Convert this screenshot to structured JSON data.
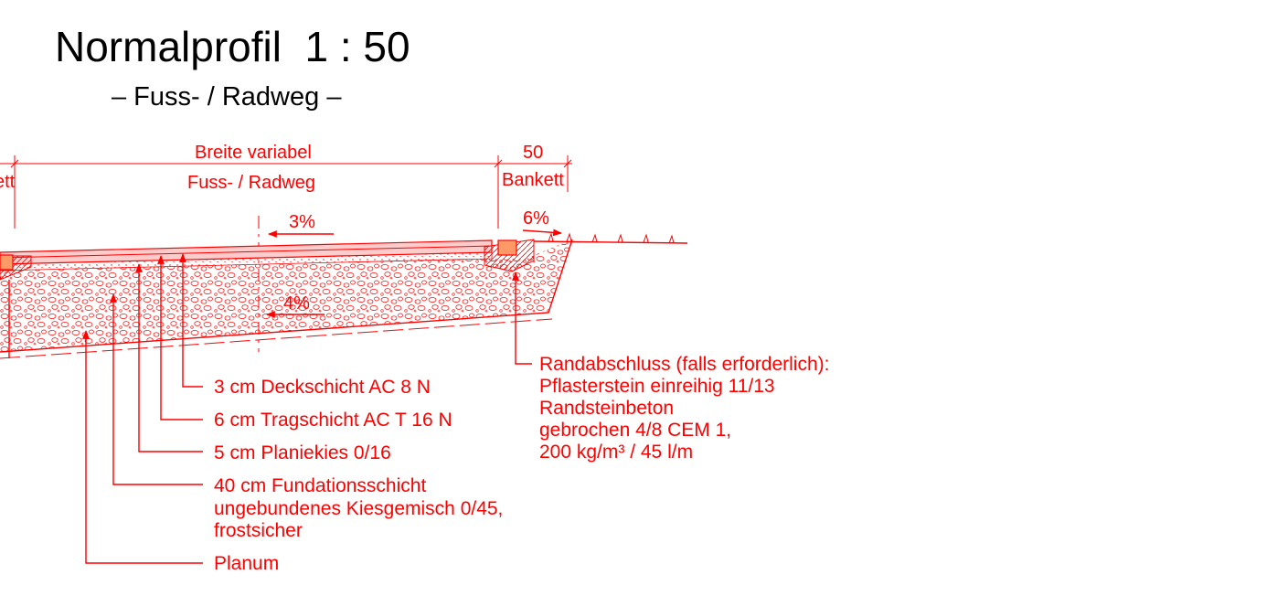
{
  "title": "Normalprofil  1 : 50",
  "subtitle": "– Fuss- / Radweg –",
  "dimensions": {
    "left_cut": "ett",
    "width_label": "Breite variabel",
    "width_sub": "Fuss- / Radweg",
    "bankett_value": "50",
    "bankett_label": "Bankett"
  },
  "slopes": {
    "surface": "3%",
    "subgrade": "4%",
    "bankett": "6%"
  },
  "layers": [
    {
      "lines": [
        "3 cm Deckschicht AC 8 N"
      ]
    },
    {
      "lines": [
        "6 cm Tragschicht AC T 16 N"
      ]
    },
    {
      "lines": [
        "5 cm Planiekies 0/16"
      ]
    },
    {
      "lines": [
        "40 cm Fundationsschicht",
        "ungebundenes Kiesgemisch 0/45,",
        "frostsicher"
      ]
    },
    {
      "lines": [
        "Planum"
      ]
    }
  ],
  "edge_note": {
    "lines": [
      "Randabschluss (falls erforderlich):",
      "Pflasterstein einreihig 11/13",
      "Randsteinbeton",
      "gebrochen 4/8 CEM 1,",
      "200 kg/m³ / 45 l/m"
    ]
  },
  "colors": {
    "line": "#ff0000",
    "asphalt_fill": "#ffcccc",
    "stone_fill": "#ff9966",
    "title": "#000000"
  }
}
